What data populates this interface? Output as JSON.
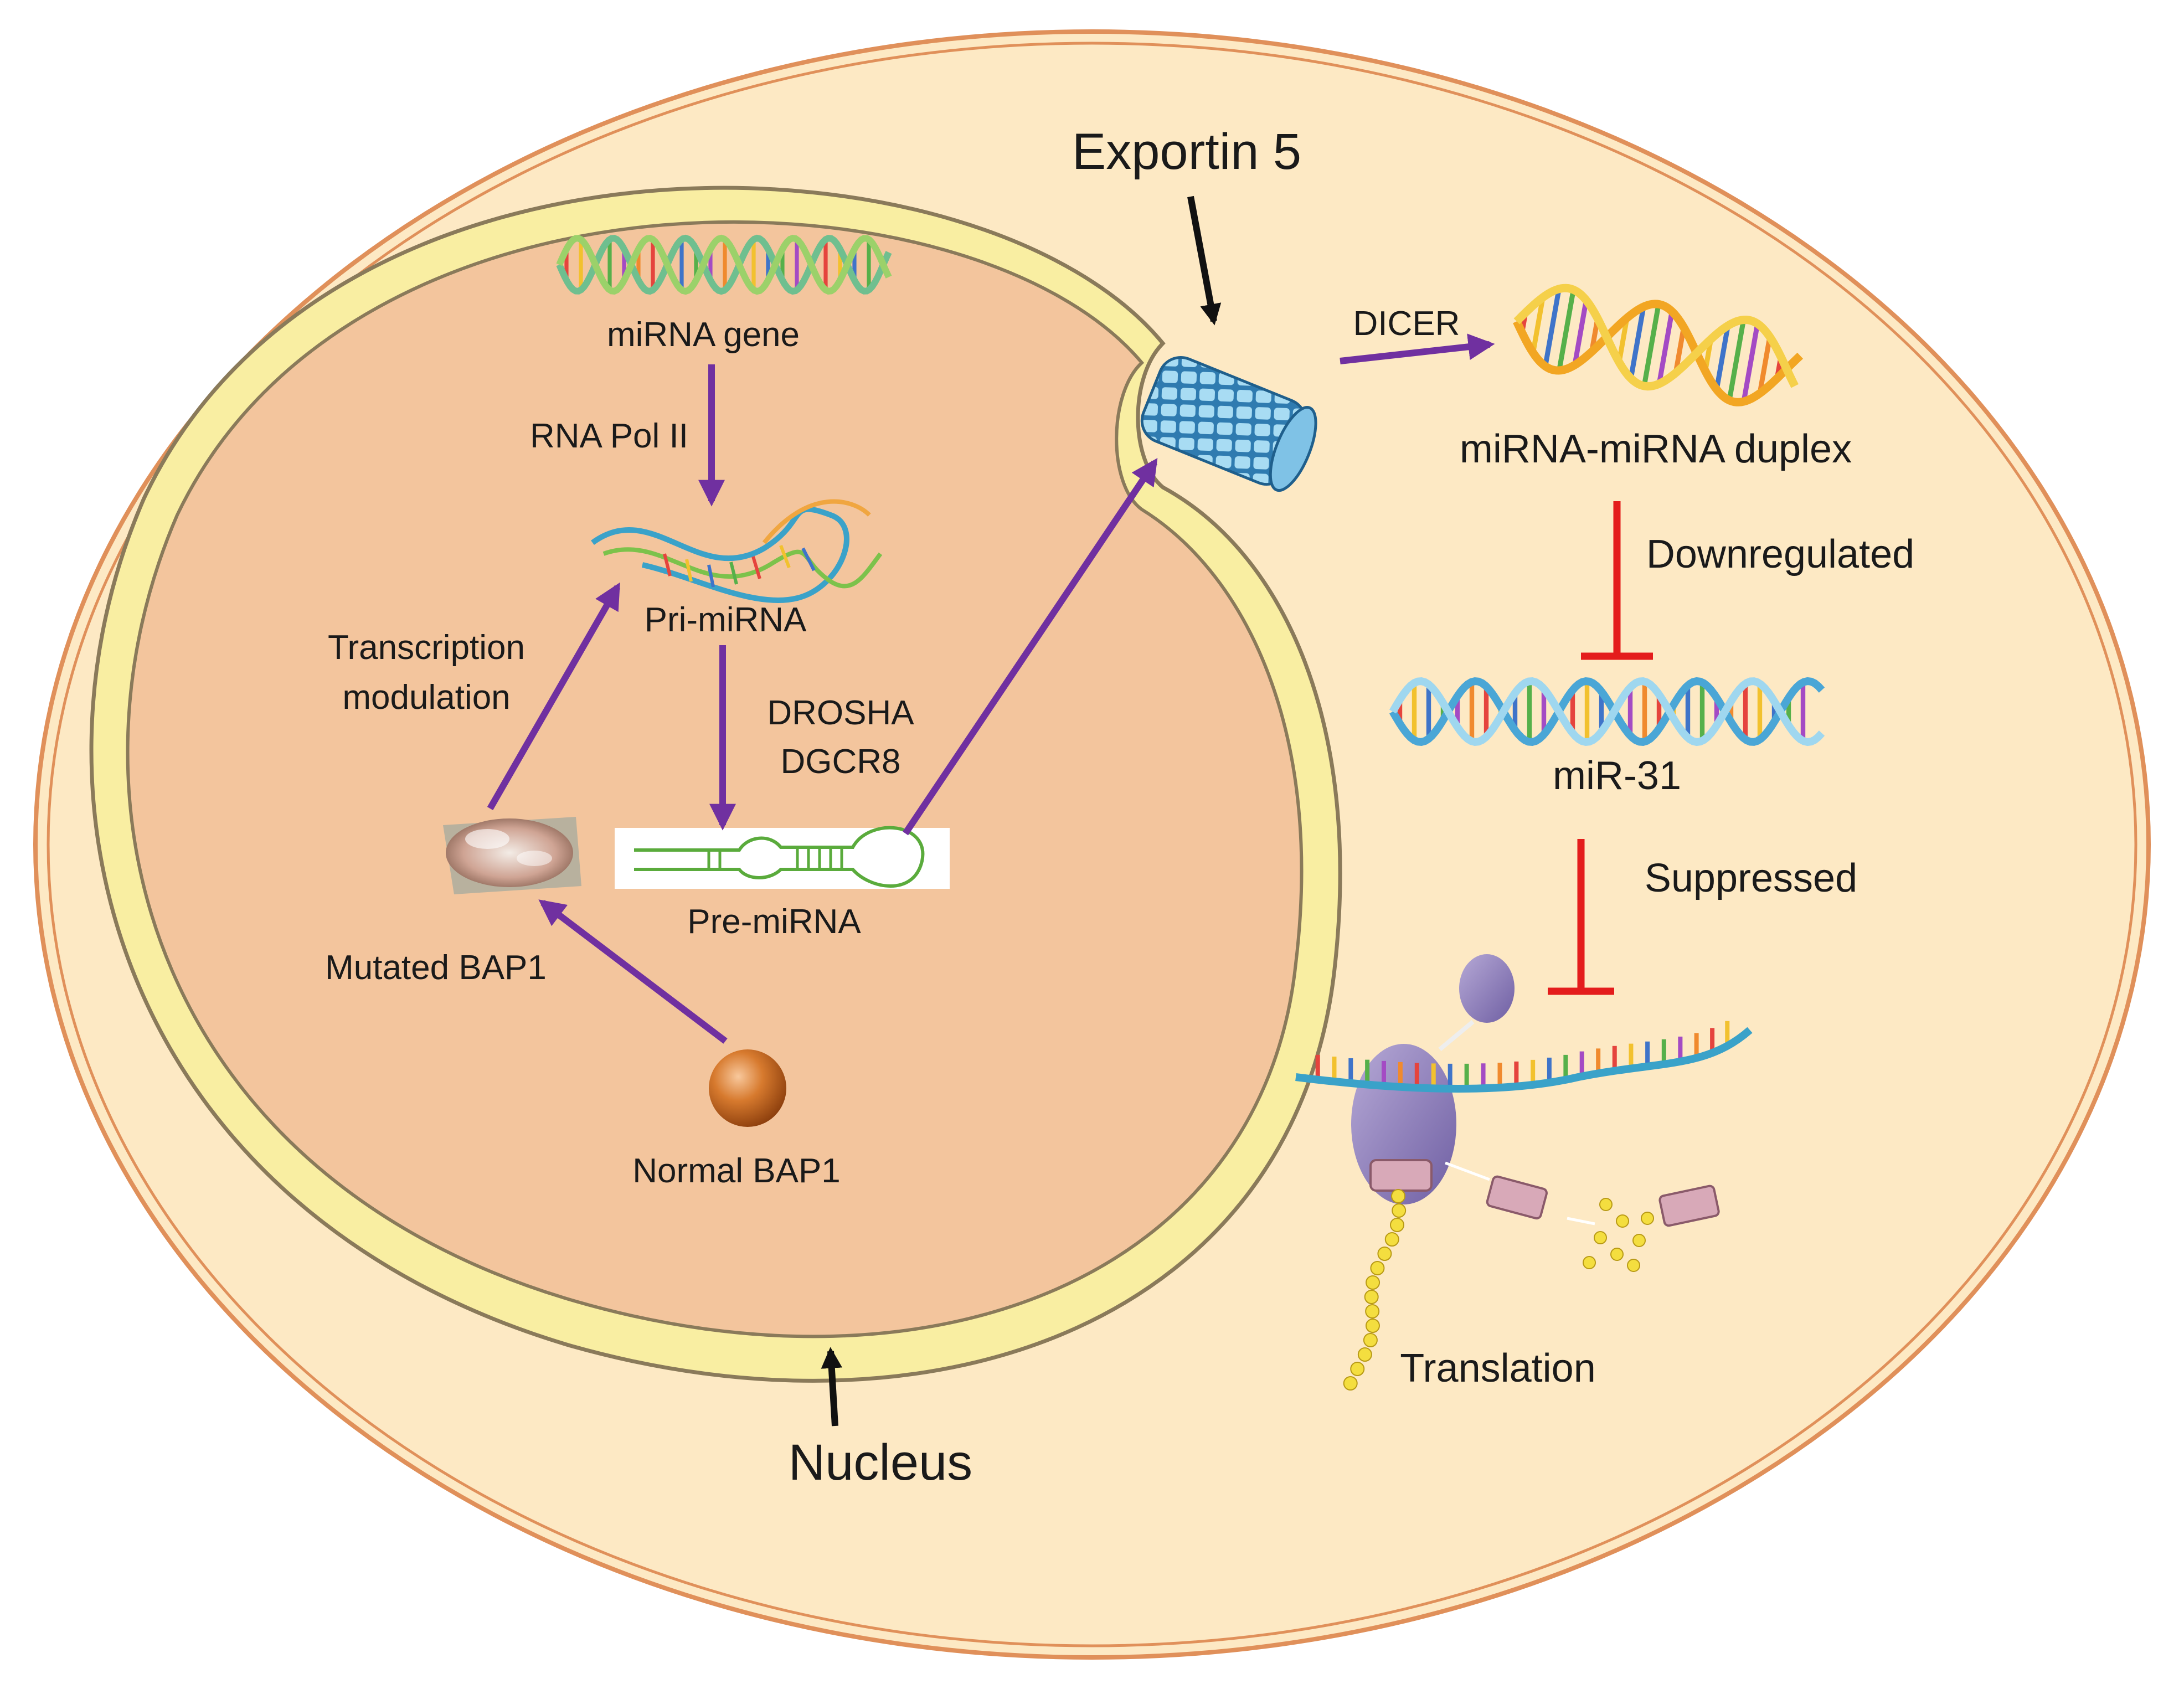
{
  "colors": {
    "cell_fill": "#fde9c4",
    "cell_border": "#e0905a",
    "envelope_fill": "#f9eea2",
    "envelope_border": "#8a7a5a",
    "nucleus_fill": "#f3c59d",
    "process_arrow": "#7030a0",
    "pointer_arrow": "#111111",
    "inhibit": "#e41c1c",
    "pre_mirna_hairpin": "#5aab3c"
  },
  "labels": {
    "exportin": "Exportin 5",
    "nucleus": "Nucleus",
    "mirna_gene": "miRNA gene",
    "rna_pol": "RNA Pol II",
    "pri_mirna": "Pri-miRNA",
    "transcription_line1": "Transcription",
    "transcription_line2": "modulation",
    "drosha": "DROSHA",
    "dgcr8": "DGCR8",
    "pre_mirna": "Pre-miRNA",
    "mutated_bap1": "Mutated BAP1",
    "normal_bap1": "Normal BAP1",
    "dicer": "DICER",
    "duplex": "miRNA-miRNA duplex",
    "downregulated": "Downregulated",
    "mir31": "miR-31",
    "suppressed": "Suppressed",
    "translation": "Translation"
  },
  "icons": {
    "dna_helix": "dna-double-helix-icon",
    "pri_mirna": "pri-mirna-strand-icon",
    "pre_mirna": "pre-mirna-hairpin-icon",
    "nuclear_pore": "nuclear-pore-complex-icon",
    "mutated_protein": "mutated-bap1-protein-icon",
    "normal_protein": "normal-bap1-protein-icon",
    "ribosome": "ribosome-icon",
    "mrna": "mrna-strand-icon",
    "trna": "trna-icon",
    "amino_acids": "amino-acid-chain-icon"
  }
}
